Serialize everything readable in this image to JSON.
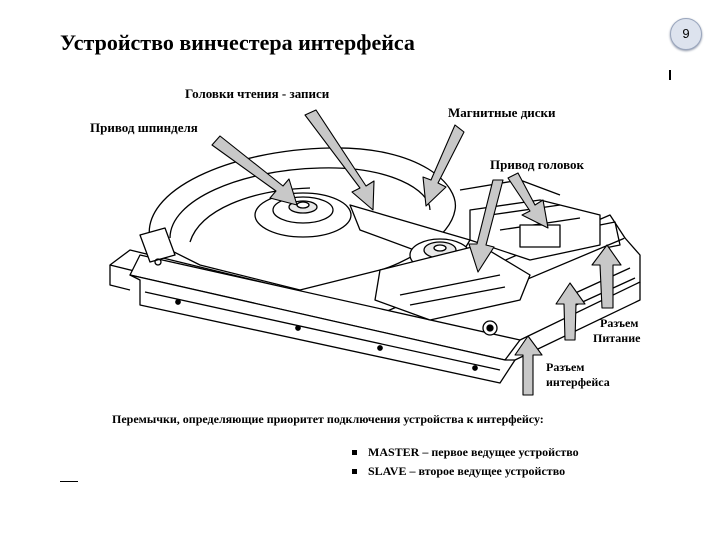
{
  "slide": {
    "title": "Устройство винчестера интерфейса",
    "page_number": "9"
  },
  "labels": {
    "heads": "Головки чтения - записи",
    "disks": "Магнитные диски",
    "spindle": "Привод шпинделя",
    "actuator": "Привод головок",
    "power_line1": "Разъем",
    "power_line2": "Питание",
    "iface_line1": "Разъем",
    "iface_line2": "интерфейса"
  },
  "jumpers": {
    "caption": "Перемычки, определяющие приоритет подключения устройства к интерфейсу:",
    "items": [
      "MASTER – первое ведущее устройство",
      "SLAVE – второе ведущее устройство"
    ]
  },
  "icons": [
    "arrow-icon",
    "bullet-icon"
  ],
  "colors": {
    "arrow_fill": "#c8c8c8",
    "line": "#000000",
    "badge": "#dde3ee"
  }
}
